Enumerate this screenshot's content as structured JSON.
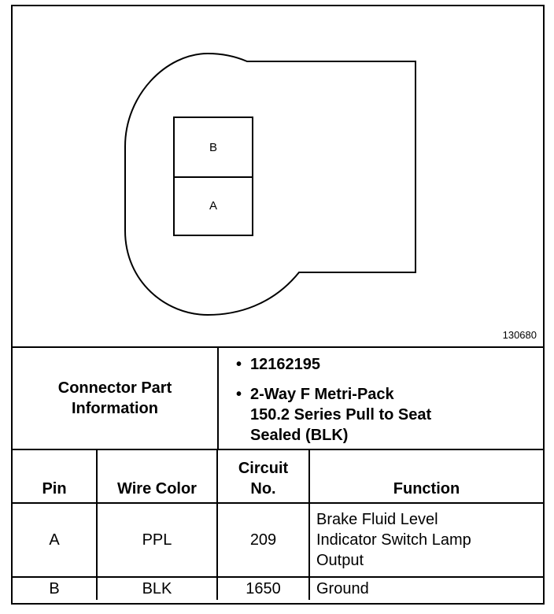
{
  "diagram": {
    "figure_id": "130680",
    "cavity_labels": [
      "B",
      "A"
    ]
  },
  "connector_info": {
    "label": "Connector Part\nInformation",
    "items": [
      "12162195",
      "2-Way F Metri-Pack\n150.2 Series Pull to Seat\nSealed (BLK)"
    ]
  },
  "pin_table": {
    "headers": [
      "Pin",
      "Wire Color",
      "Circuit\nNo.",
      "Function"
    ],
    "rows": [
      {
        "pin": "A",
        "wire_color": "PPL",
        "circuit": "209",
        "function": "Brake Fluid Level\nIndicator Switch Lamp\nOutput"
      },
      {
        "pin": "B",
        "wire_color": "BLK",
        "circuit": "1650",
        "function": "Ground"
      }
    ]
  }
}
